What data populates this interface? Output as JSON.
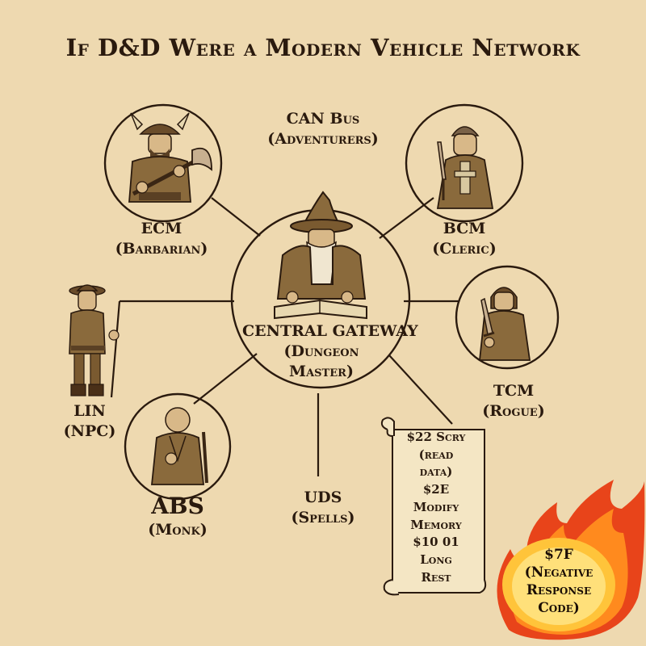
{
  "title": "If D&D Were a Modern Vehicle Network",
  "nodes": {
    "can_bus": {
      "name": "CAN Bus",
      "role": "(Adventurers)"
    },
    "ecm": {
      "name": "ECM",
      "role": "(Barbarian)"
    },
    "bcm": {
      "name": "BCM",
      "role": "(Cleric)"
    },
    "gateway": {
      "name": "CENTRAL GATEWAY",
      "role_line1": "(Dungeon",
      "role_line2": "Master)"
    },
    "lin": {
      "name": "LIN",
      "role": "(NPC)"
    },
    "tcm": {
      "name": "TCM",
      "role": "(Rogue)"
    },
    "abs": {
      "name": "ABS",
      "role": "(Monk)"
    },
    "uds": {
      "name": "UDS",
      "role": "(Spells)"
    }
  },
  "scroll": {
    "lines": [
      "$22 Scry",
      "(read",
      "data)",
      "$2E",
      "Modify",
      "Memory",
      "$10 01",
      "Long",
      "Rest"
    ]
  },
  "fire": {
    "lines": [
      "$7F",
      "(Negative",
      "Response",
      "Code)"
    ]
  },
  "colors": {
    "background": "#EED9B0",
    "ink": "#2A1A0E",
    "figure": "#8A6A3C",
    "figure_dark": "#5A4024",
    "parchment": "#F4E6C4",
    "flame_outer": "#E8441A",
    "flame_inner": "#FFC43A"
  },
  "icons": [
    "barbarian-figure",
    "cleric-figure",
    "wizard-figure",
    "npc-figure",
    "rogue-figure",
    "monk-figure",
    "scroll-icon",
    "flame-icon"
  ]
}
